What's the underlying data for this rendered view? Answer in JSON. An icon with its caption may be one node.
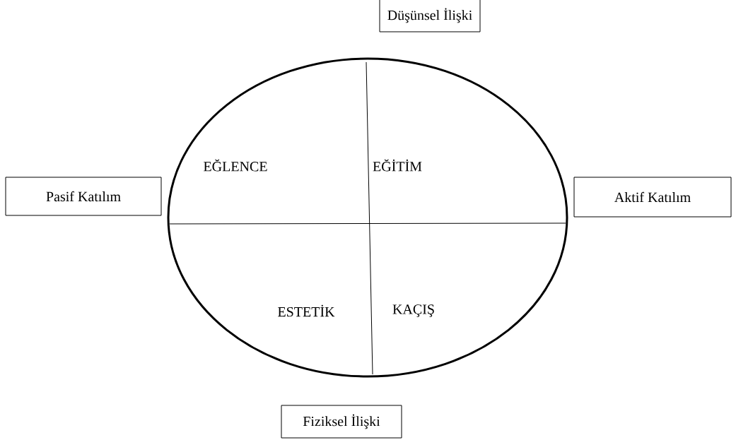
{
  "diagram": {
    "nodes": [
      {
        "text": [
          "Düşünsel İlişki"
        ]
      },
      {
        "text": [
          "Pasif Katılım"
        ]
      },
      {
        "text": [
          "EĞLENCE",
          "EĞİTİM",
          "ESTETİK",
          "KAÇIŞ"
        ]
      },
      {
        "text": [
          "Aktif Katılım"
        ]
      },
      {
        "text": [
          "Fiziksel İlişki"
        ]
      }
    ]
  }
}
